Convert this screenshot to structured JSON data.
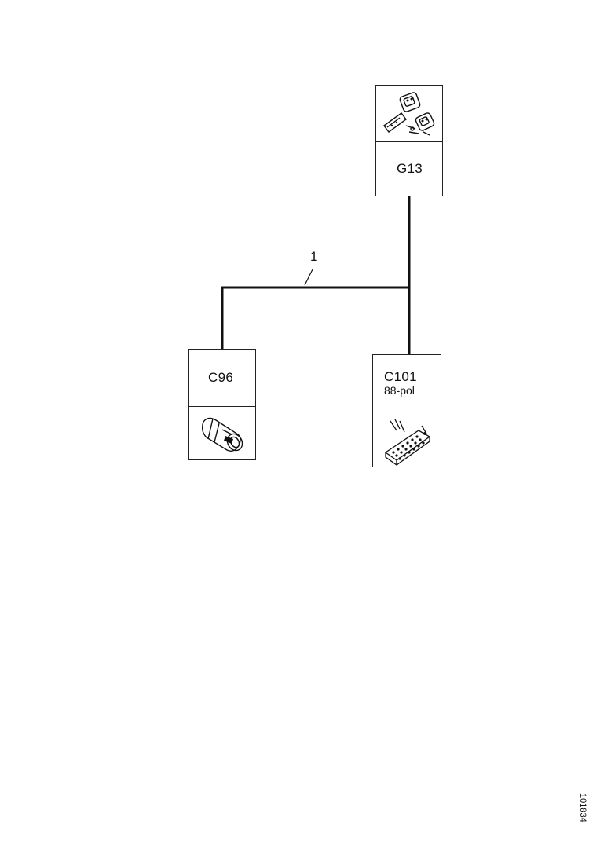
{
  "connectors": {
    "g13": {
      "label": "G13",
      "icon": "ground-connector-pair-icon"
    },
    "c96": {
      "label": "C96",
      "icon": "round-connector-plug-icon"
    },
    "c101": {
      "label": "C101",
      "sublabel": "88-pol",
      "icon": "multi-pin-connector-block-icon"
    }
  },
  "wire": {
    "label": "1"
  },
  "reference_number": "101834"
}
